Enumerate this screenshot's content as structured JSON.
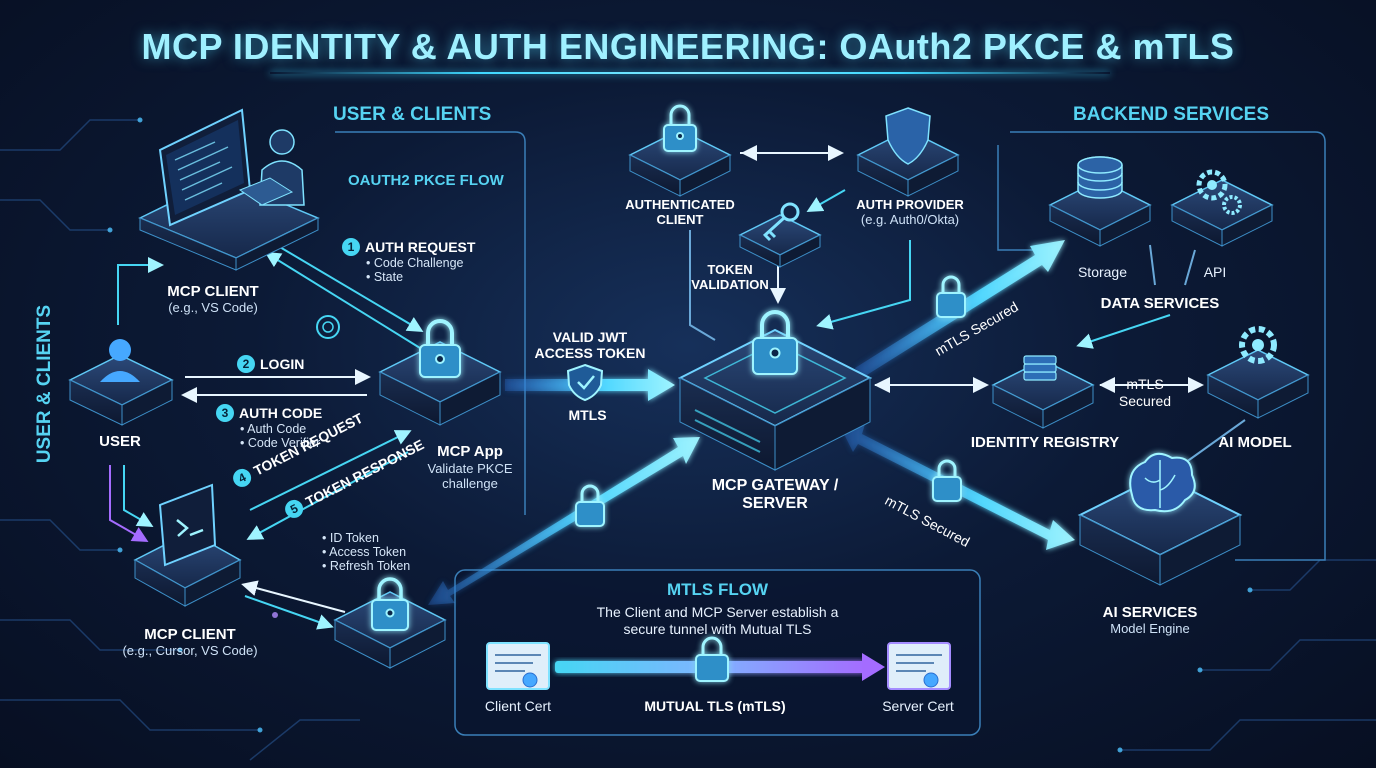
{
  "title": "MCP IDENTITY & AUTH ENGINEERING: OAuth2 PKCE & mTLS",
  "sections": {
    "user_clients": "USER & CLIENTS",
    "user_clients_vertical": "USER & CLIENTS",
    "backend_services": "BACKEND SERVICES",
    "oauth_flow": "OAUTH2 PKCE FLOW",
    "mtls_flow": "MTLS FLOW",
    "mtls_flow_desc_1": "The Client and MCP Server establish a",
    "mtls_flow_desc_2": "secure tunnel with Mutual TLS"
  },
  "nodes": {
    "mcp_client_top": {
      "label": "MCP CLIENT",
      "sub": "(e.g., VS Code)"
    },
    "user": {
      "label": "USER"
    },
    "mcp_app": {
      "label": "MCP App",
      "sub_1": "Validate PKCE",
      "sub_2": "challenge"
    },
    "mcp_client_bottom": {
      "label": "MCP CLIENT",
      "sub": "(e.g., Cursor, VS Code)"
    },
    "authenticated_client": {
      "label_1": "AUTHENTICATED",
      "label_2": "CLIENT"
    },
    "auth_provider": {
      "label": "AUTH PROVIDER",
      "sub": "(e.g. Auth0/Okta)"
    },
    "token_validation": {
      "label_1": "TOKEN",
      "label_2": "VALIDATION"
    },
    "gateway": {
      "label_1": "MCP GATEWAY /",
      "label_2": "SERVER"
    },
    "storage": {
      "label": "Storage"
    },
    "api": {
      "label": "API"
    },
    "data_services": {
      "label": "DATA SERVICES"
    },
    "identity_registry": {
      "label": "IDENTITY REGISTRY"
    },
    "ai_model": {
      "label": "AI MODEL"
    },
    "ai_services": {
      "label": "AI SERVICES",
      "sub": "Model Engine"
    }
  },
  "steps": {
    "s1": {
      "num": "1",
      "label": "AUTH REQUEST",
      "b1": "• Code Challenge",
      "b2": "• State"
    },
    "s2": {
      "num": "2",
      "label": "LOGIN"
    },
    "s3": {
      "num": "3",
      "label": "AUTH CODE",
      "b1": "• Auth Code",
      "b2": "• Code Verifier"
    },
    "s4": {
      "num": "4",
      "label": "TOKEN REQUEST"
    },
    "s5": {
      "num": "5",
      "label": "TOKEN RESPONSE",
      "b1": "• ID Token",
      "b2": "• Access Token",
      "b3": "• Refresh Token"
    }
  },
  "links": {
    "valid_jwt_1": "VALID JWT",
    "valid_jwt_2": "ACCESS TOKEN",
    "mtls": "MTLS",
    "mtls_secured_upper": "mTLS Secured",
    "mtls_secured_right_1": "mTLS",
    "mtls_secured_right_2": "Secured",
    "mtls_secured_lower": "mTLS Secured"
  },
  "mtls_panel": {
    "client_cert": "Client Cert",
    "mutual_tls": "MUTUAL TLS (mTLS)",
    "server_cert": "Server Cert"
  },
  "colors": {
    "accent_cyan": "#46d6f3",
    "accent_purple": "#9b6cff",
    "background": "#0b1730"
  }
}
